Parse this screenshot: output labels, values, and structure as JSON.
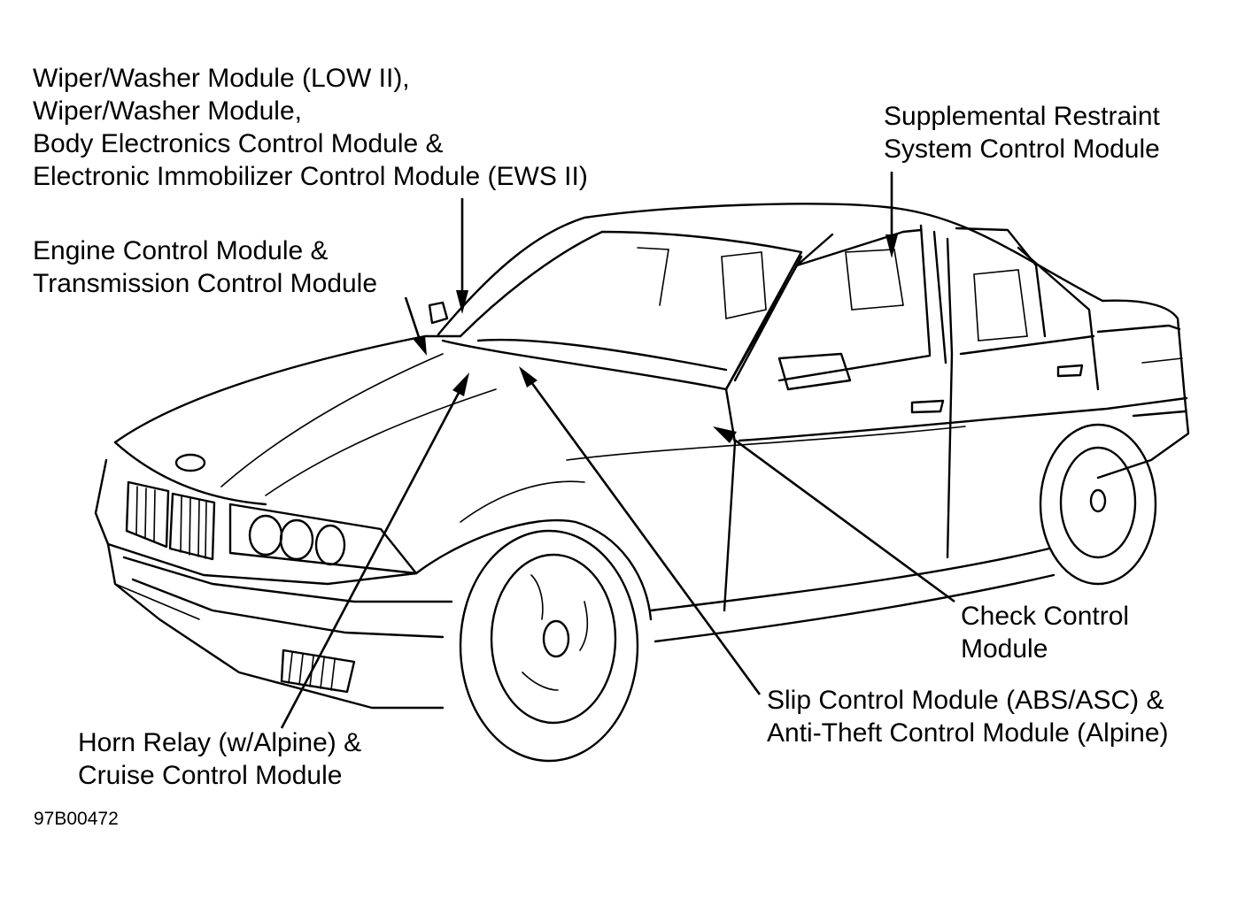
{
  "callouts": {
    "wiper_group": [
      "Wiper/Washer Module (LOW II),",
      "Wiper/Washer Module,",
      "Body Electronics Control Module &",
      "Electronic Immobilizer Control Module (EWS II)"
    ],
    "engine_group": [
      "Engine Control Module &",
      "Transmission Control Module"
    ],
    "srs_group": [
      "Supplemental Restraint",
      "System Control Module"
    ],
    "check_group": [
      "Check Control",
      "Module"
    ],
    "slip_group": [
      "Slip Control Module (ABS/ASC) &",
      "Anti-Theft Control Module (Alpine)"
    ],
    "horn_group": [
      "Horn Relay (w/Alpine) &",
      "Cruise Control Module"
    ]
  },
  "figure_id": "97B00472"
}
